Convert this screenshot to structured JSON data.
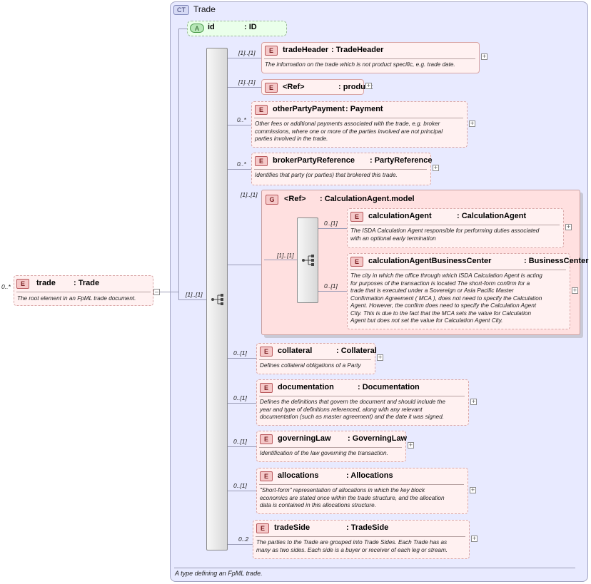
{
  "complex_type": {
    "badge": "CT",
    "name": "Trade",
    "documentation": "A type defining an FpML trade."
  },
  "root_element": {
    "cardinality": "0..*",
    "badge": "E",
    "name": "trade",
    "type": ": Trade",
    "documentation": "The root element in an FpML trade document.",
    "sequence_cardinality": "[1]..[1]"
  },
  "attribute": {
    "badge": "A",
    "name": "id",
    "type": ": ID"
  },
  "elements": [
    {
      "cardinality": "[1]..[1]",
      "badge": "E",
      "name": "tradeHeader",
      "type": ": TradeHeader",
      "documentation": [
        "The information on the trade which is not product specific, e.g. trade date."
      ]
    },
    {
      "cardinality": "[1]..[1]",
      "badge": "E",
      "name": "<Ref>",
      "type": ": product",
      "documentation": []
    },
    {
      "cardinality": "0..*",
      "badge": "E",
      "name": "otherPartyPayment",
      "type": ": Payment",
      "documentation": [
        "Other fees or additional payments associated with the trade, e.g. broker",
        "commissions, where one or more of the parties involved are not principal",
        "parties involved in the trade."
      ]
    },
    {
      "cardinality": "0..*",
      "badge": "E",
      "name": "brokerPartyReference",
      "type": ": PartyReference",
      "documentation": [
        "Identifies that party (or parties) that brokered this trade."
      ]
    },
    {
      "cardinality": "0..[1]",
      "badge": "E",
      "name": "collateral",
      "type": ": Collateral",
      "documentation": [
        "Defines collateral obligations of a Party"
      ]
    },
    {
      "cardinality": "0..[1]",
      "badge": "E",
      "name": "documentation",
      "type": ": Documentation",
      "documentation": [
        "Defines the definitions that govern the document and should include the",
        "year and type of definitions referenced, along with any relevant",
        "documentation (such as master agreement) and the date it was signed."
      ]
    },
    {
      "cardinality": "0..[1]",
      "badge": "E",
      "name": "governingLaw",
      "type": ": GoverningLaw",
      "documentation": [
        "Identification of the law governing the transaction."
      ]
    },
    {
      "cardinality": "0..[1]",
      "badge": "E",
      "name": "allocations",
      "type": ": Allocations",
      "documentation": [
        "\"Short-form\" representation of allocations in which the key block",
        "economics are stated once within the trade structure, and the allocation",
        "data is contained in this allocations structure."
      ]
    },
    {
      "cardinality": "0..2",
      "badge": "E",
      "name": "tradeSide",
      "type": ": TradeSide",
      "documentation": [
        "The parties to the Trade are grouped into Trade Sides. Each Trade has as",
        "many as two sides. Each side is a buyer or receiver of each leg or stream."
      ]
    }
  ],
  "group": {
    "cardinality": "[1]..[1]",
    "badge": "G",
    "name": "<Ref>",
    "type": ": CalculationAgent.model",
    "choice_cardinality": "[1]..[1]",
    "children": [
      {
        "cardinality": "0..[1]",
        "badge": "E",
        "name": "calculationAgent",
        "type": ": CalculationAgent",
        "documentation": [
          "The ISDA Calculation Agent responsible for performing duties associated",
          "with an optional early termination"
        ]
      },
      {
        "cardinality": "0..[1]",
        "badge": "E",
        "name": "calculationAgentBusinessCenter",
        "type": ": BusinessCenter",
        "documentation": [
          "The city in which the office through which ISDA Calculation Agent is acting",
          "for purposes of the transaction is located The short-form confirm for a",
          "trade that is executed under a Sovereign or Asia Pacific Master",
          "Confirmation Agreement ( MCA ), does not need to specify the Calculation",
          "Agent. However, the confirm does need to specify the Calculation Agent",
          "City. This is due to the fact that the MCA sets the value for Calculation",
          "Agent but does not set the value for Calculation Agent City."
        ]
      }
    ]
  },
  "icons": {
    "expand": "plus-icon",
    "collapse": "minus-icon",
    "sequence": "sequence-icon",
    "choice": "choice-icon"
  },
  "colors": {
    "element_fill": "#fff1f1",
    "attribute_fill": "#eaffea",
    "complex_type_fill": "#e8eaff",
    "group_fill": "#ffe0e0"
  }
}
